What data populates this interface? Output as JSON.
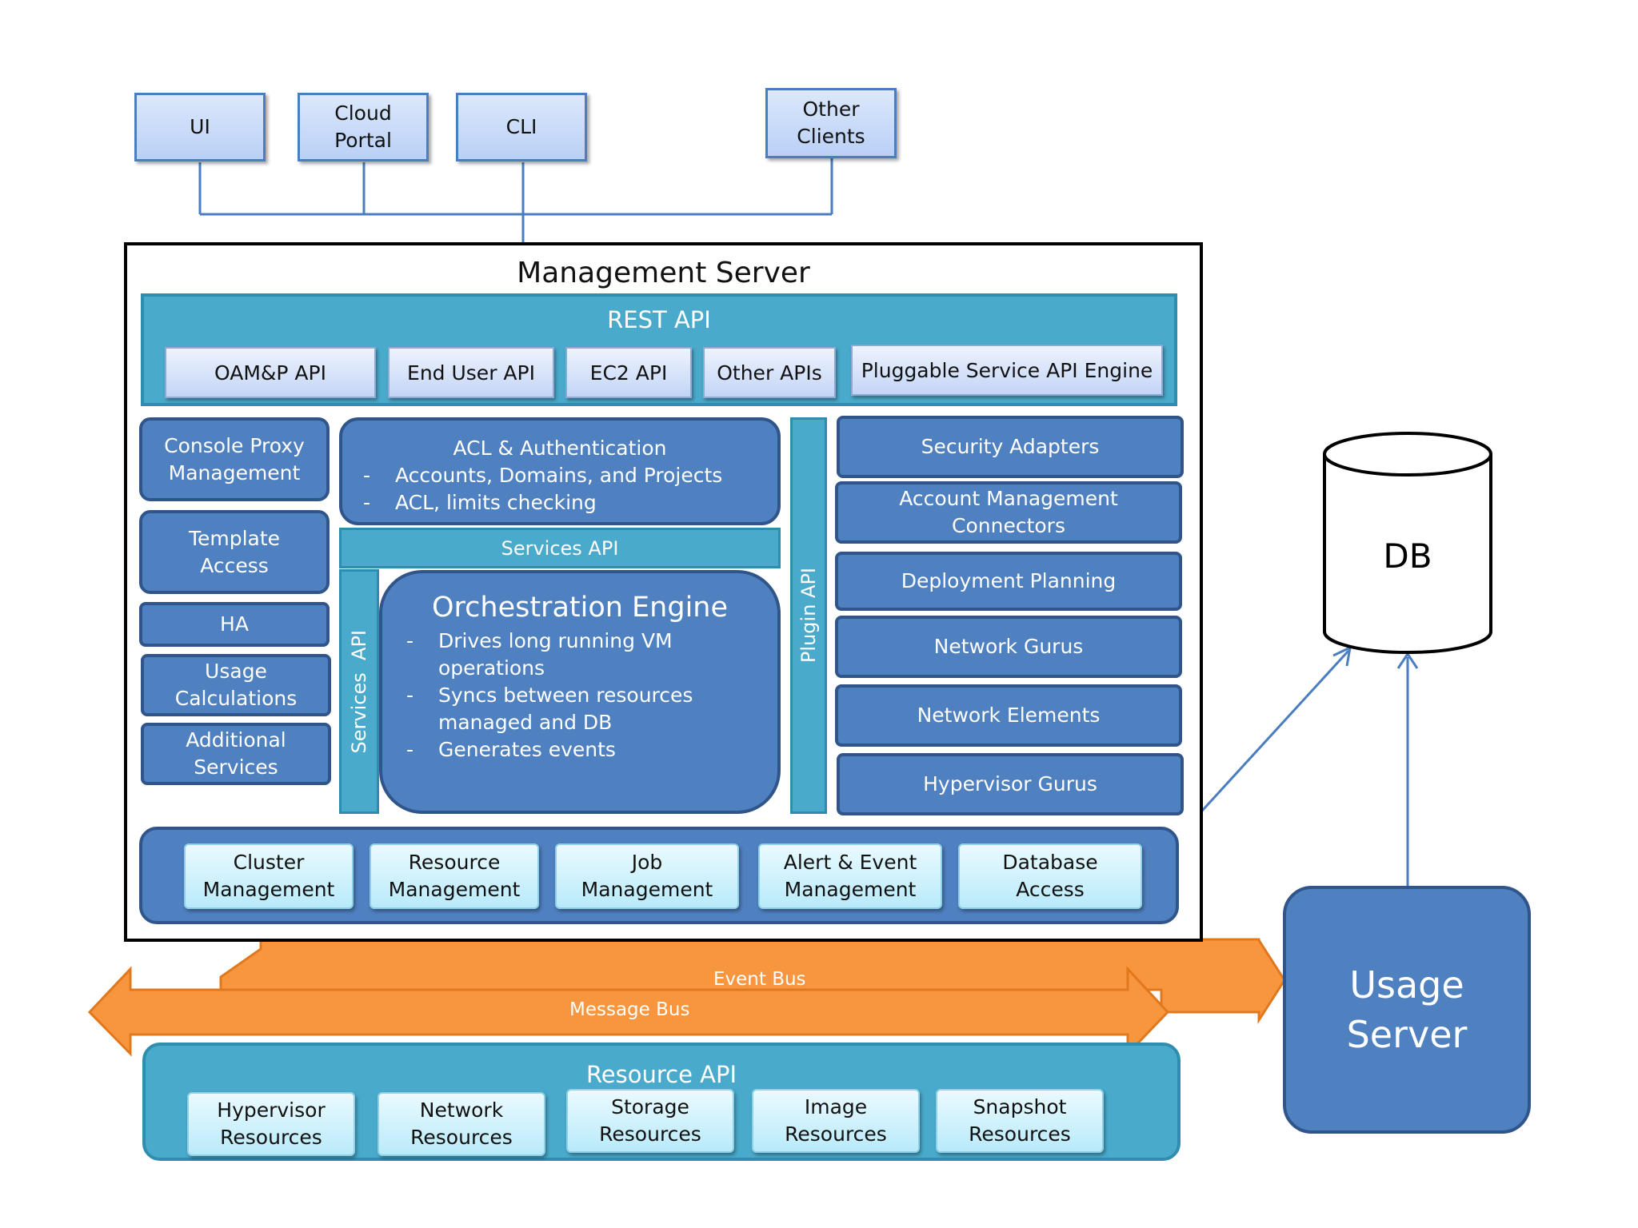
{
  "clients": [
    {
      "label": "UI"
    },
    {
      "label": "Cloud\nPortal"
    },
    {
      "label": "CLI"
    },
    {
      "label": "Other\nClients"
    }
  ],
  "management_server": {
    "title": "Management Server",
    "rest_api": {
      "title": "REST API",
      "apis": [
        "OAM&P API",
        "End User API",
        "EC2 API",
        "Other APIs",
        "Pluggable Service API Engine"
      ]
    },
    "left_modules": [
      "Console Proxy\nManagement",
      "Template\nAccess",
      "HA",
      "Usage\nCalculations",
      "Additional\nServices"
    ],
    "acl": {
      "title": "ACL & Authentication",
      "items": [
        "Accounts, Domains, and Projects",
        "ACL, limits checking"
      ]
    },
    "services_api_label": "Services API",
    "services_api_vertical": "Services  API",
    "orchestration": {
      "title": "Orchestration Engine",
      "items": [
        "Drives long running VM\noperations",
        "Syncs between resources\nmanaged and DB",
        "Generates events"
      ]
    },
    "plugin_api_label": "Plugin API",
    "right_modules": [
      "Security Adapters",
      "Account Management\nConnectors",
      "Deployment Planning",
      "Network Gurus",
      "Network Elements",
      "Hypervisor Gurus"
    ],
    "bottom_modules": [
      "Cluster\nManagement",
      "Resource\nManagement",
      "Job\nManagement",
      "Alert & Event\nManagement",
      "Database\nAccess"
    ]
  },
  "buses": {
    "event_bus": "Event Bus",
    "message_bus": "Message Bus"
  },
  "resource_api": {
    "title": "Resource API",
    "items": [
      "Hypervisor\nResources",
      "Network\nResources",
      "Storage\nResources",
      "Image\nResources",
      "Snapshot\nResources"
    ]
  },
  "db": {
    "label": "DB"
  },
  "usage_server": {
    "label": "Usage\nServer"
  },
  "colors": {
    "module_blue": "#4f80c0",
    "teal": "#4aaacb",
    "bus_orange": "#f7963f",
    "client_border": "#4a7ec0"
  }
}
